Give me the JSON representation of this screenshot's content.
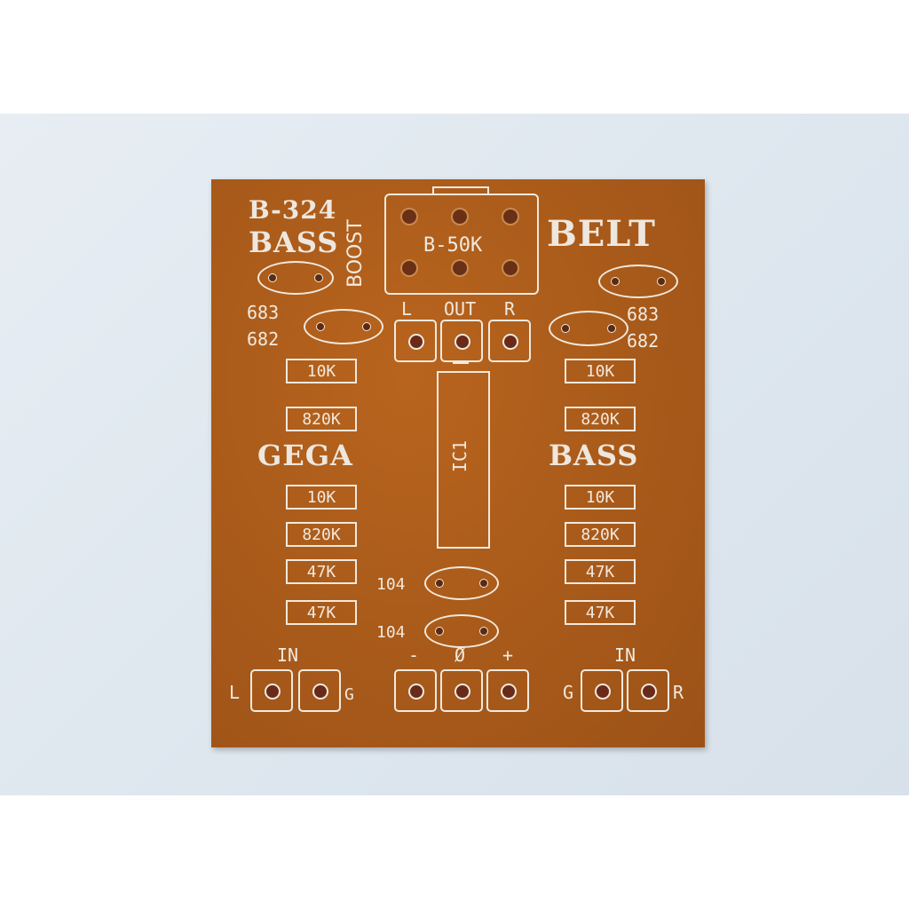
{
  "photo": {
    "subject": "Bare PCB for bass boost circuit",
    "board_color": "#a85a1a",
    "silkscreen_color": "#f1e9de",
    "background_color": "#e3ebf2"
  },
  "board": {
    "titles": {
      "model": "B-324",
      "left_word": "BASS",
      "right_word": "BELT",
      "boost_label": "BOOST",
      "mid_left": "GEGA",
      "mid_right": "BASS"
    },
    "potentiometer": {
      "label": "B-50K"
    },
    "output": {
      "title": "OUT",
      "left": "L",
      "right": "R"
    },
    "capacitors_top": {
      "left": [
        "683",
        "682"
      ],
      "right": [
        "683",
        "682"
      ]
    },
    "resistors_left": [
      "10K",
      "820K",
      "10K",
      "820K",
      "47K",
      "47K"
    ],
    "resistors_right": [
      "10K",
      "820K",
      "10K",
      "820K",
      "47K",
      "47K"
    ],
    "ic": {
      "label": "IC1"
    },
    "capacitors_center": [
      "104",
      "104"
    ],
    "power": {
      "minus": "-",
      "zero": "Ø",
      "plus": "+"
    },
    "input_left": {
      "title": "IN",
      "left": "L",
      "right": "G"
    },
    "input_right": {
      "title": "IN",
      "left": "G",
      "right": "R"
    }
  }
}
